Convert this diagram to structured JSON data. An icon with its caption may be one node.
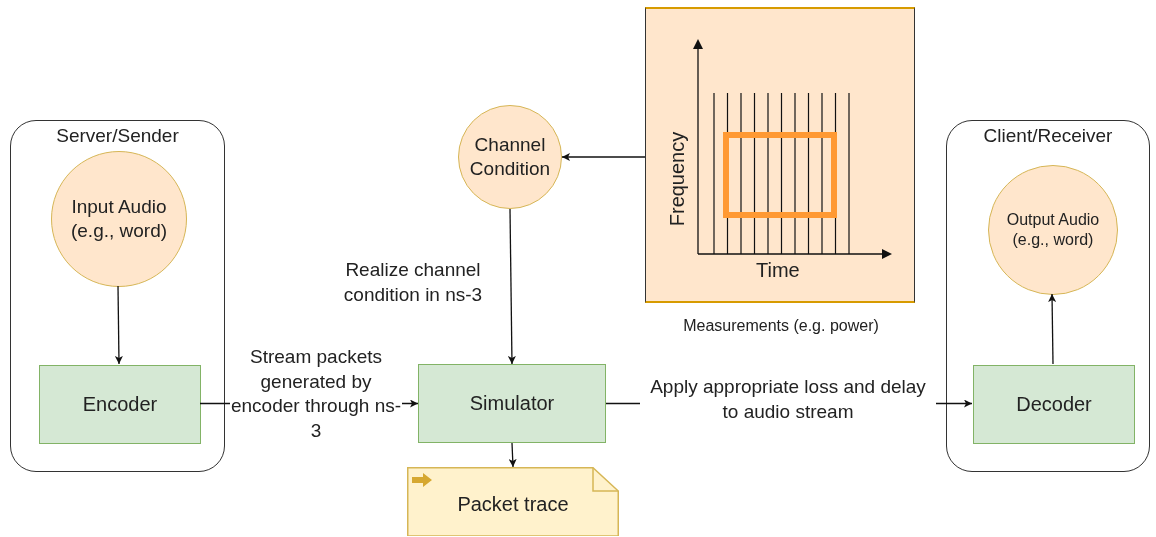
{
  "diagram": {
    "nodes": [
      {
        "text": [
          "Server/Sender"
        ]
      },
      {
        "text": [
          "Input Audio (e.g., word)"
        ],
        "in": 0
      },
      {
        "text": [
          "Encoder"
        ],
        "in": 0
      },
      {
        "text": [
          "Channel Condition"
        ]
      },
      {
        "text": [
          "Frequency",
          "Time"
        ],
        "beside": [
          "Measurements (e.g. power)"
        ]
      },
      {
        "text": [
          "Simulator"
        ]
      },
      {
        "text": [
          "Packet trace"
        ]
      },
      {
        "text": [
          "Client/Receiver"
        ]
      },
      {
        "text": [
          "Output Audio (e.g., word)"
        ],
        "in": 7
      },
      {
        "text": [
          "Decoder"
        ],
        "in": 7
      }
    ],
    "edges": [
      {
        "from": 1,
        "to": 2,
        "arrow": "to"
      },
      {
        "from": 4,
        "to": 3,
        "arrow": "to"
      },
      {
        "from": 3,
        "to": 5,
        "arrow": "to",
        "label": "Realize channel condition in ns-3"
      },
      {
        "from": 2,
        "to": 5,
        "arrow": "to",
        "label": "Stream packets generated by encoder through ns-3"
      },
      {
        "from": 5,
        "to": 6,
        "arrow": "to"
      },
      {
        "from": 5,
        "to": 9,
        "arrow": "to",
        "label": "Apply appropriate loss and delay to audio stream"
      },
      {
        "from": 9,
        "to": 8,
        "arrow": "to"
      }
    ]
  }
}
